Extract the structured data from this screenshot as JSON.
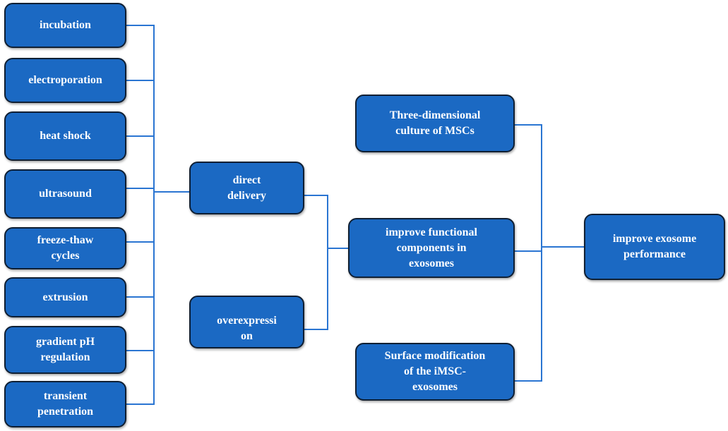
{
  "colors": {
    "node_fill": "#1b69c3",
    "node_border": "#0f1f33",
    "node_text": "#ffffff",
    "connector": "#2a75d2"
  },
  "nodes": {
    "incubation": "incubation",
    "electroporation": "electroporation",
    "heat_shock": "heat shock",
    "ultrasound": "ultrasound",
    "freeze_thaw": "freeze-thaw\ncycles",
    "extrusion": "extrusion",
    "gradient_ph": "gradient pH\nregulation",
    "transient_penetration": "transient\npenetration",
    "direct_delivery": "direct\ndelivery",
    "overexpression": "overexpressi\non",
    "three_dimensional": "Three-dimensional\nculture of MSCs",
    "improve_functional": "improve functional\ncomponents in\nexosomes",
    "surface_modification": "Surface modification\nof the iMSC-\nexosomes",
    "improve_performance": "improve exosome\nperformance"
  }
}
